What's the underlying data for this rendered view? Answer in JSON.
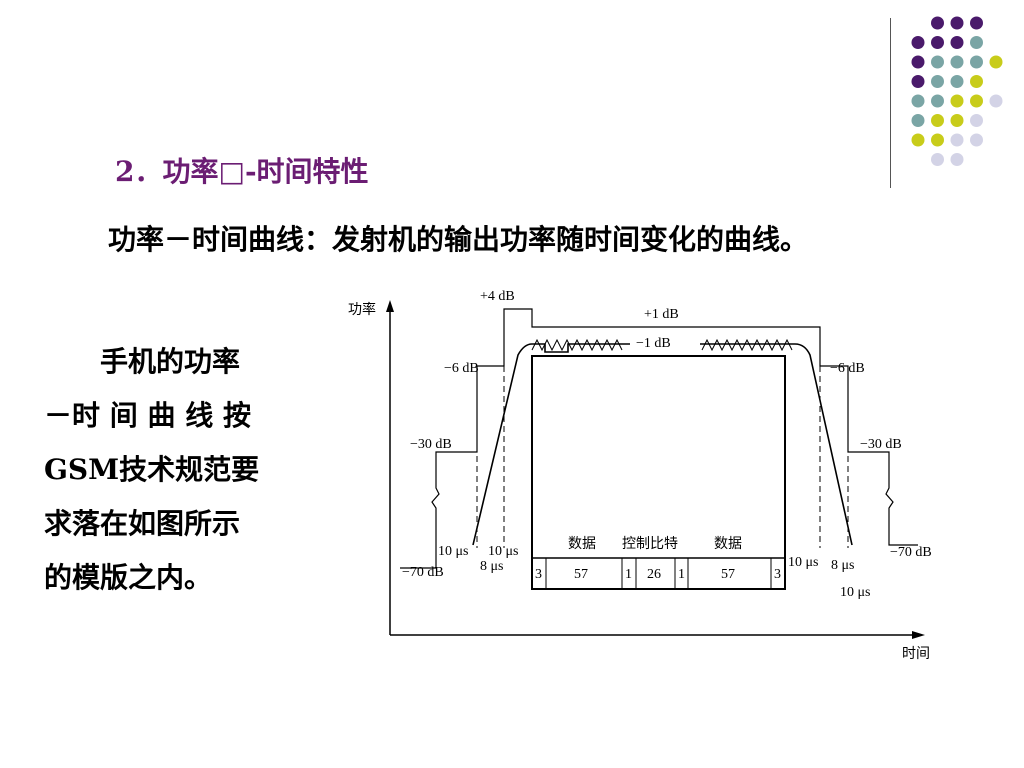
{
  "colors": {
    "purple": "#4a1a6b",
    "teal": "#7aa5a5",
    "yellow": "#c8cc1a",
    "lavender": "#d3d3e6",
    "heading": "#6b1d73"
  },
  "heading": "2．功率□-时间特性",
  "subtitle": "功率－时间曲线：发射机的输出功率随时间变化的曲线。",
  "side_text": {
    "line1": "手机的功率",
    "line2": "－时 间 曲 线 按",
    "line3": "GSM技术规范要",
    "line4": "求落在如图所示",
    "line5": "的模版之内。"
  },
  "diagram": {
    "y_axis_label": "功率",
    "x_axis_label": "时间",
    "levels": {
      "plus4": "+4 dB",
      "plus1": "+1 dB",
      "minus1": "−1 dB",
      "minus6_left": "−6 dB",
      "minus6_right": "−6 dB",
      "minus30_left": "−30 dB",
      "minus30_right": "−30 dB",
      "minus70_left": "−70 dB",
      "minus70_right": "−70 dB"
    },
    "times": {
      "t_left_10a": "10 μs",
      "t_left_10b": "10 μs",
      "t_left_8": "8 μs",
      "t_right_10a": "10 μs",
      "t_right_8": "8 μs",
      "t_right_10b": "10 μs"
    },
    "burst_labels": {
      "data_left": "数据",
      "control_bits": "控制比特",
      "data_right": "数据"
    },
    "burst_fields": [
      "3",
      "57",
      "1",
      "26",
      "1",
      "57",
      "3"
    ]
  }
}
